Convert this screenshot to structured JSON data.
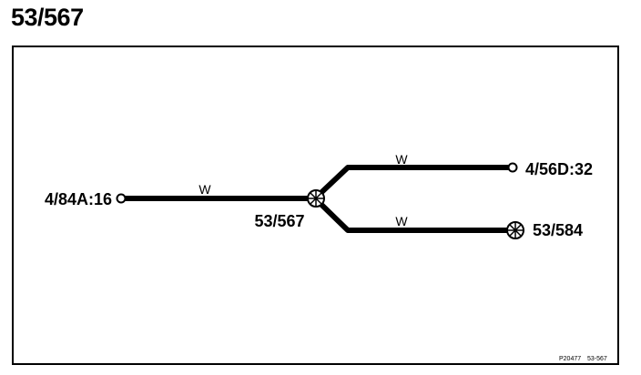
{
  "title": "53/567",
  "diagram": {
    "connectors": {
      "left": "4/84A:16",
      "splice": "53/567",
      "upper_right": "4/56D:32",
      "lower_right": "53/584"
    },
    "wires": {
      "left_trunk": "W",
      "upper_branch": "W",
      "lower_branch": "W"
    },
    "ref_codes": [
      "P20477",
      "53-567"
    ]
  },
  "colors": {
    "line": "#000000",
    "background": "#ffffff"
  },
  "icons": {
    "open-terminal": "open-circle-icon",
    "splice": "splice-asterisk-icon"
  }
}
